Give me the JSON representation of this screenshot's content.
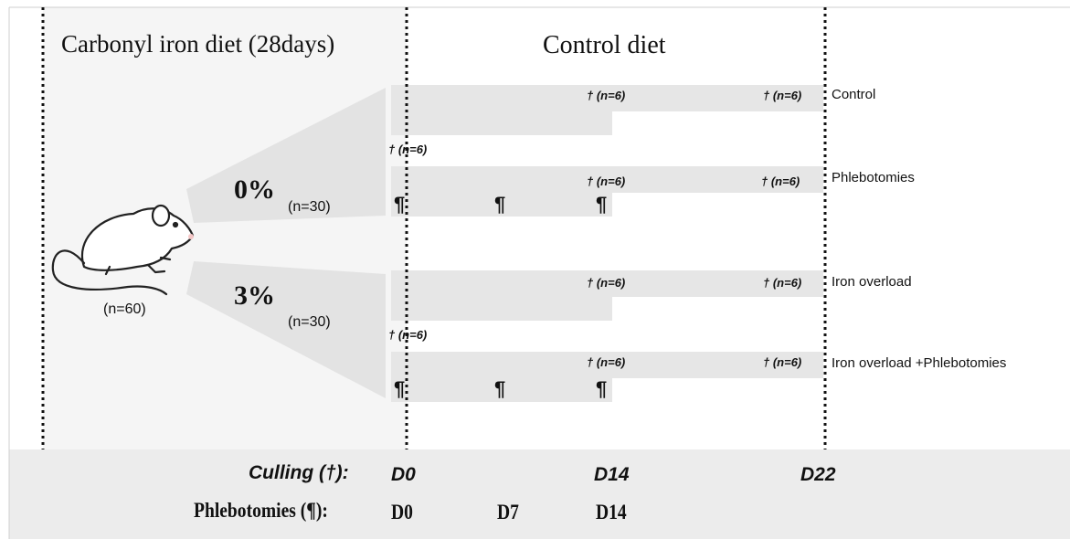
{
  "headers": {
    "iron_diet": "Carbonyl iron diet (28days)",
    "control_diet": "Control diet"
  },
  "mouse": {
    "icon": "mouse-icon",
    "count": "(n=60)"
  },
  "doses": [
    {
      "pct": "0%",
      "n": "(n=30)"
    },
    {
      "pct": "3%",
      "n": "(n=30)"
    }
  ],
  "symbols": {
    "cull": "† (n=6)",
    "phleb": "¶"
  },
  "groups": [
    "Control",
    "Phlebotomies",
    "Iron overload",
    "Iron overload +Phlebotomies"
  ],
  "timeline": {
    "culling_label": "Culling (†):",
    "culling_days": [
      "D0",
      "D14",
      "D22"
    ],
    "phleb_label": "Phlebotomies (¶):",
    "phleb_days": [
      "D0",
      "D7",
      "D14"
    ]
  },
  "colors": {
    "band": "#e6e6e6",
    "panel": "#f5f5f5",
    "bottom": "#ececec"
  }
}
